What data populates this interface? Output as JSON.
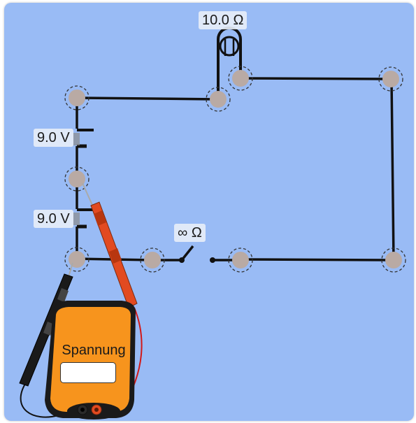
{
  "components": {
    "resistor_label": "10.0 Ω",
    "battery_top_label": "9.0 V",
    "battery_bottom_label": "9.0 V",
    "switch_label": "∞ Ω"
  },
  "voltmeter": {
    "title": "Spannung",
    "reading": ""
  },
  "colors": {
    "background": "#99bbf5",
    "wire": "#000000",
    "vertex": "#b9aaa4",
    "meter_body": "#f7941d",
    "probe_red": "#e24a20",
    "probe_black": "#1a1a1a"
  }
}
